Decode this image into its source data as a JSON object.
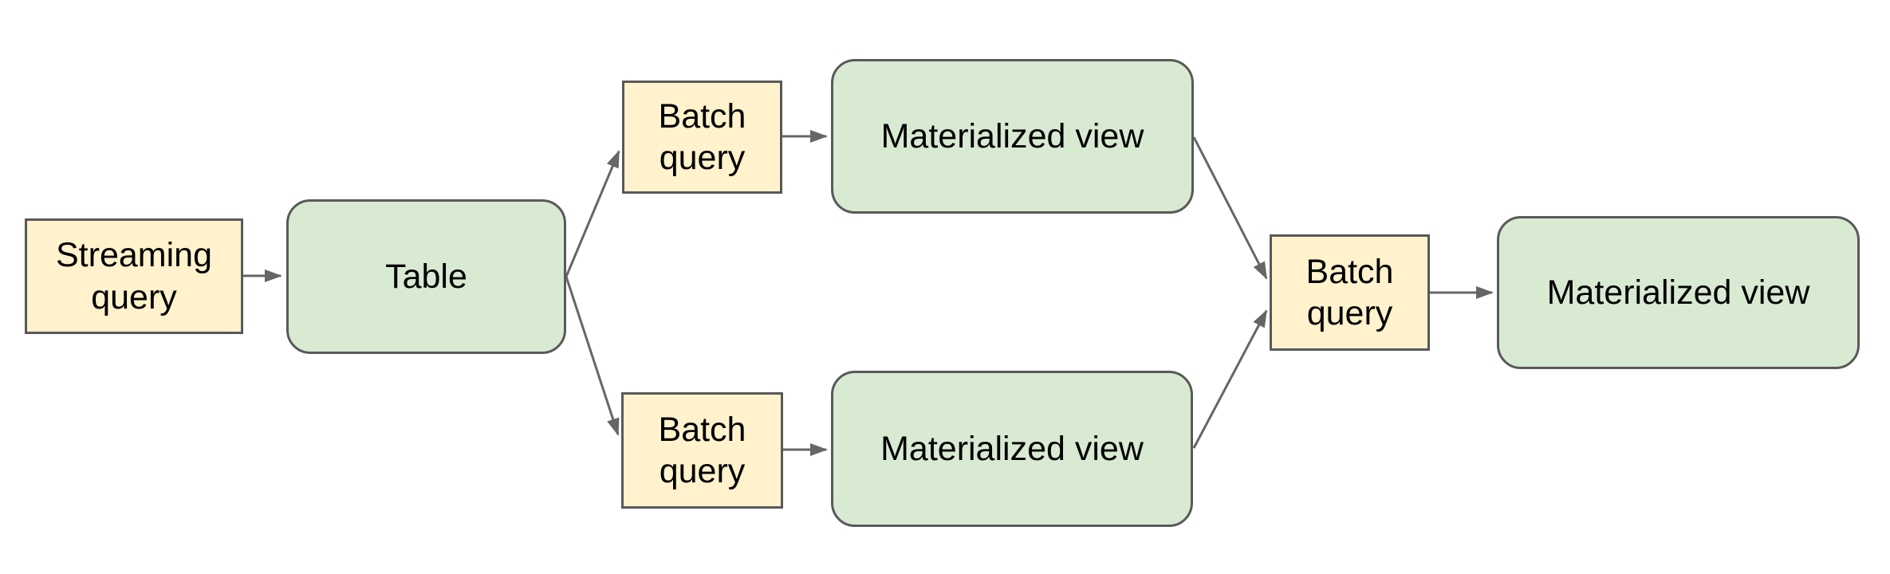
{
  "diagram": {
    "type": "flowchart",
    "nodes": [
      {
        "id": "streaming-query",
        "label": "Streaming query",
        "shape": "rectangle",
        "fill": "#FFF2CC"
      },
      {
        "id": "table",
        "label": "Table",
        "shape": "rounded-rectangle",
        "fill": "#D9EAD3"
      },
      {
        "id": "batch-query-top",
        "label": "Batch query",
        "shape": "rectangle",
        "fill": "#FFF2CC"
      },
      {
        "id": "materialized-view-top",
        "label": "Materialized view",
        "shape": "rounded-rectangle",
        "fill": "#D9EAD3"
      },
      {
        "id": "batch-query-bottom",
        "label": "Batch query",
        "shape": "rectangle",
        "fill": "#FFF2CC"
      },
      {
        "id": "materialized-view-bottom",
        "label": "Materialized view",
        "shape": "rounded-rectangle",
        "fill": "#D9EAD3"
      },
      {
        "id": "batch-query-right",
        "label": "Batch query",
        "shape": "rectangle",
        "fill": "#FFF2CC"
      },
      {
        "id": "materialized-view-final",
        "label": "Materialized view",
        "shape": "rounded-rectangle",
        "fill": "#D9EAD3"
      }
    ],
    "edges": [
      {
        "from": "streaming-query",
        "to": "table"
      },
      {
        "from": "table",
        "to": "batch-query-top"
      },
      {
        "from": "table",
        "to": "batch-query-bottom"
      },
      {
        "from": "batch-query-top",
        "to": "materialized-view-top"
      },
      {
        "from": "batch-query-bottom",
        "to": "materialized-view-bottom"
      },
      {
        "from": "materialized-view-top",
        "to": "batch-query-right"
      },
      {
        "from": "materialized-view-bottom",
        "to": "batch-query-right"
      },
      {
        "from": "batch-query-right",
        "to": "materialized-view-final"
      }
    ],
    "colors": {
      "background": "#FFFFFF",
      "query_fill": "#FFF2CC",
      "view_fill": "#D9EAD3",
      "border": "#595959",
      "connector": "#666666",
      "text": "#000000"
    }
  }
}
